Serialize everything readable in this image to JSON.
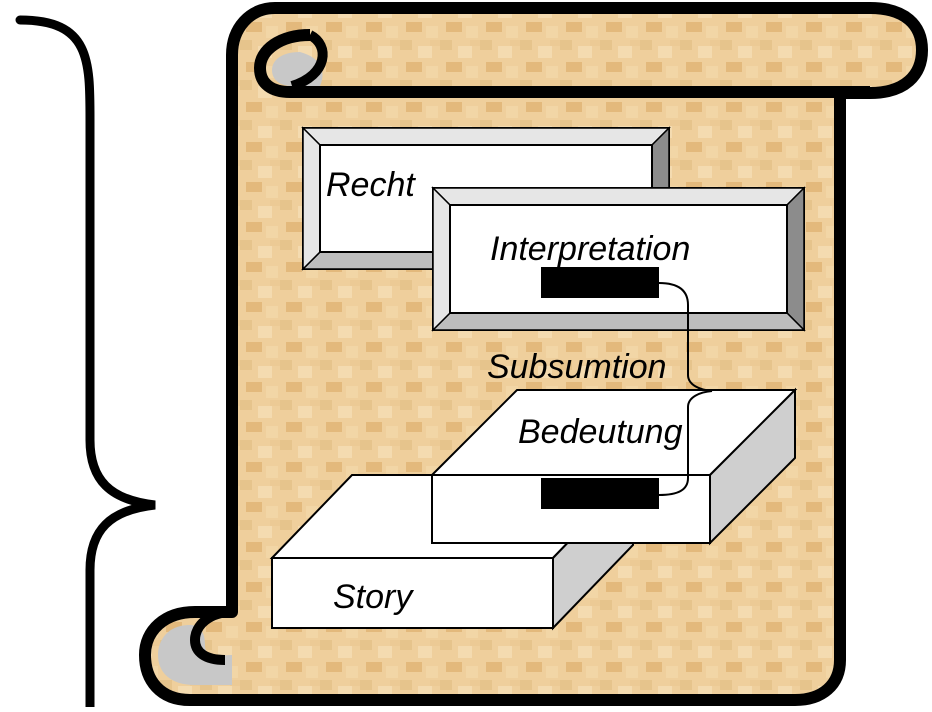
{
  "labels": {
    "recht": "Recht",
    "interpretation": "Interpretation",
    "subsumtion": "Subsumtion",
    "bedeutung": "Bedeutung",
    "story": "Story"
  },
  "colors": {
    "parchment": "#efcf9c",
    "parchment_dark": "#e3b97c",
    "outline": "#000000",
    "scroll_curl": "#c8c8c8",
    "frame_face": "#ffffff",
    "bevel_light": "#e6e6e6",
    "bevel_mid": "#bdbdbd",
    "bevel_dark": "#8c8c8c",
    "box_side": "#cfcfcf"
  }
}
